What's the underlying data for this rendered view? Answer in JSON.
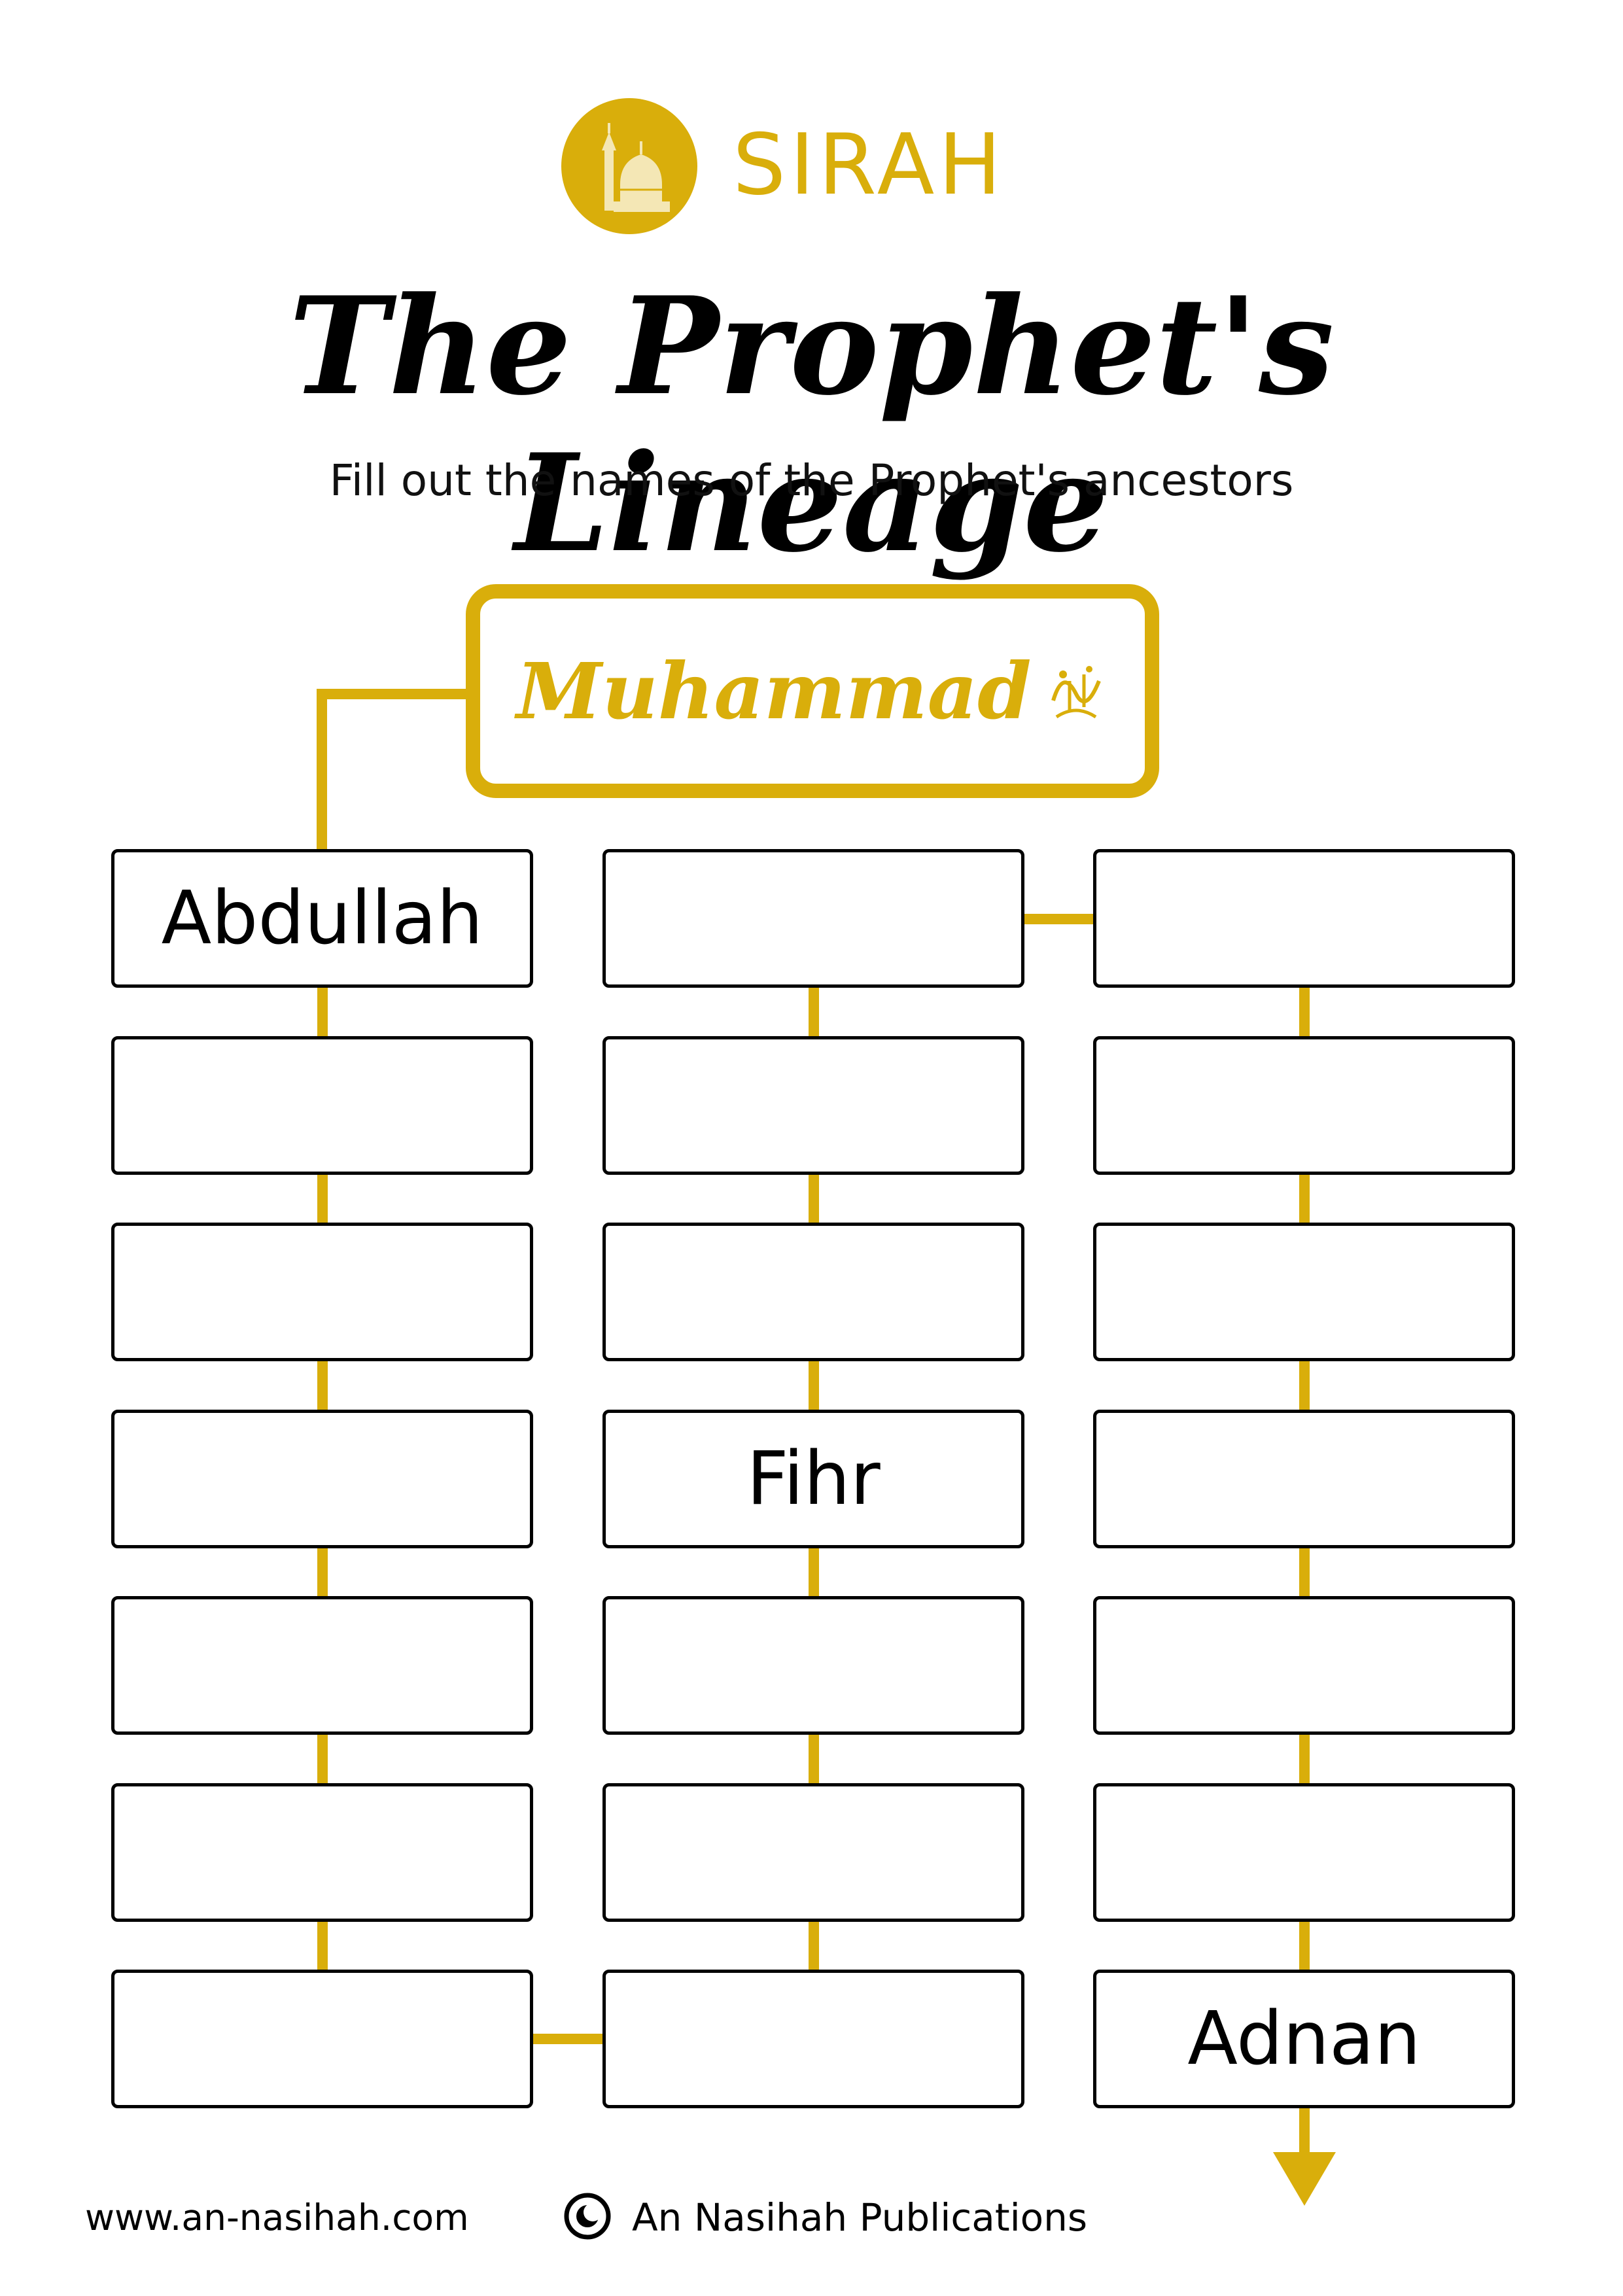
{
  "header": {
    "brand": "SIRAH",
    "title": "The Prophet's Lineage",
    "subtitle": "Fill out the names of the Prophet's ancestors"
  },
  "root": {
    "name": "Muhammad",
    "honorific_icon": "salawat-calligraphy-icon"
  },
  "columns": [
    {
      "boxes": [
        "Abdullah",
        "",
        "",
        "",
        "",
        "",
        ""
      ]
    },
    {
      "boxes": [
        "",
        "",
        "",
        "Fihr",
        "",
        "",
        ""
      ]
    },
    {
      "boxes": [
        "",
        "",
        "",
        "",
        "",
        "",
        "Adnan"
      ]
    }
  ],
  "footer": {
    "url": "www.an-nasihah.com",
    "publisher": "An Nasihah Publications",
    "publisher_icon": "crescent-logo-icon"
  },
  "colors": {
    "accent": "#D9AE0B",
    "text": "#000000",
    "background": "#FFFFFF"
  }
}
